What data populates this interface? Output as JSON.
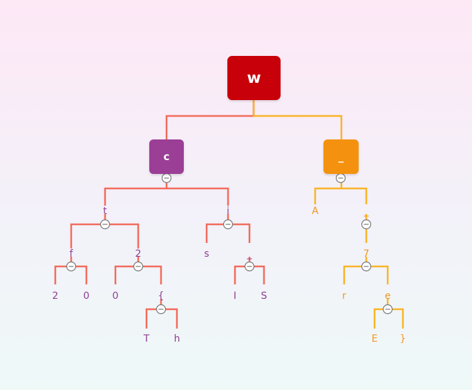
{
  "colors": {
    "root_box": "#c8000a",
    "left_box": "#9b3e96",
    "right_box": "#f4920f",
    "left_edge": "#f26b5b",
    "right_edge": "#f9b426",
    "left_text": "#8f3d92",
    "right_text": "#f2961e",
    "collapse_stroke": "#777777"
  },
  "tree": {
    "root": "w",
    "left": {
      "label": "c",
      "children": {
        "t": "t",
        "f": "f",
        "f_2": "2",
        "f_0": "0",
        "t_2": "2",
        "t2_0": "0",
        "brace": "{",
        "brace_T": "T",
        "brace_h": "h",
        "i": "i",
        "i_s": "s",
        "i_u": "_",
        "iu_I": "I",
        "iu_S": "S"
      }
    },
    "right": {
      "label": "_",
      "children": {
        "A": "A",
        "u2": "_",
        "seven": "7",
        "r": "r",
        "e": "e",
        "E": "E",
        "close_brace": "}"
      }
    }
  },
  "icons": {
    "collapse": "collapse-circle-icon"
  }
}
